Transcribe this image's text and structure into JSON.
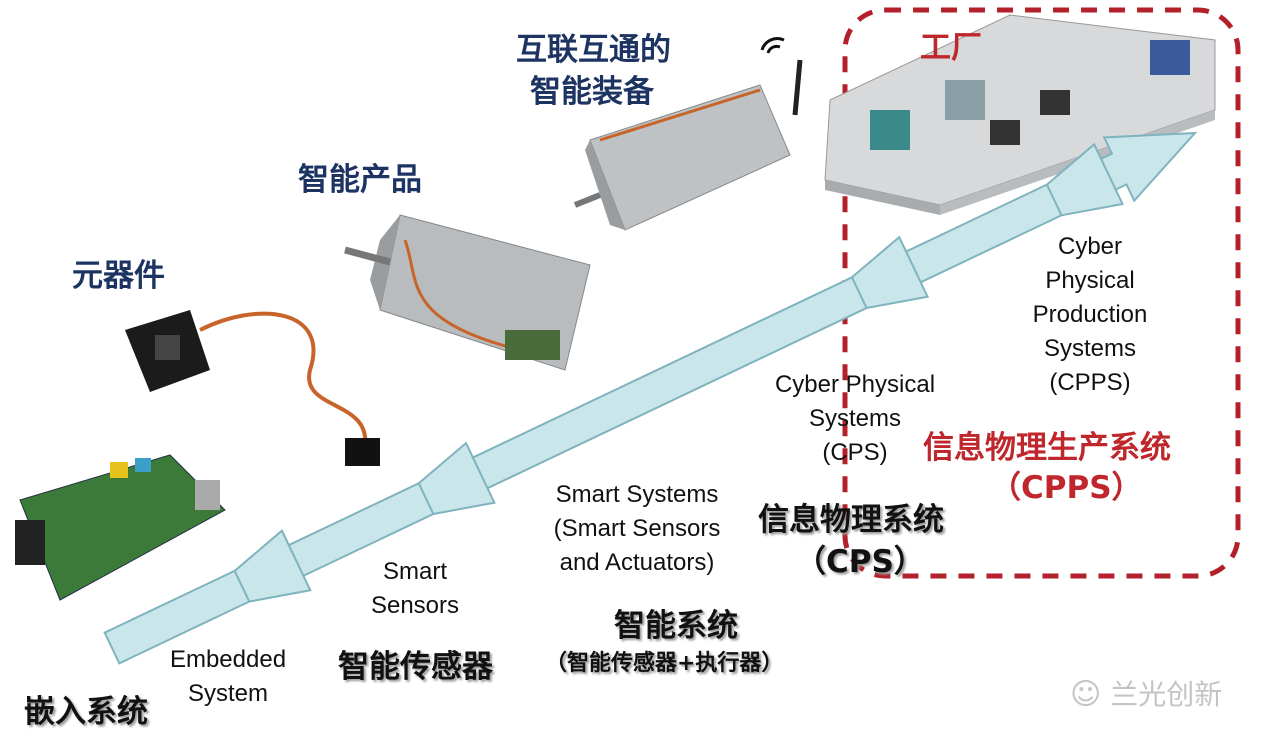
{
  "stages": {
    "components": "元器件",
    "smart_product": "智能产品",
    "connected_equipment_1": "互联互通的",
    "connected_equipment_2": "智能装备",
    "factory": "工厂"
  },
  "labels": {
    "embedded_en": [
      "Embedded",
      "System"
    ],
    "embedded_zh": "嵌入系统",
    "sensors_en": [
      "Smart",
      "Sensors"
    ],
    "sensors_zh": "智能传感器",
    "systems_en": [
      "Smart Systems",
      "(Smart Sensors",
      "and Actuators)"
    ],
    "systems_zh": "智能系统",
    "systems_zh_sub": "（智能传感器+执行器）",
    "cps_en": [
      "Cyber Physical",
      "Systems",
      "(CPS)"
    ],
    "cps_zh": "信息物理系统",
    "cps_zh_sub": "（CPS）",
    "cpps_en": [
      "Cyber",
      "Physical",
      "Production",
      "Systems",
      "(CPPS)"
    ],
    "cpps_zh": "信息物理生产系统",
    "cpps_zh_sub": "（CPPS）"
  },
  "watermark": "兰光创新",
  "colors": {
    "arrow_fill": "#c9e6ea",
    "arrow_stroke": "#7fb3bd",
    "highlight": "#b3202a",
    "stage_title": "#1d3463"
  }
}
